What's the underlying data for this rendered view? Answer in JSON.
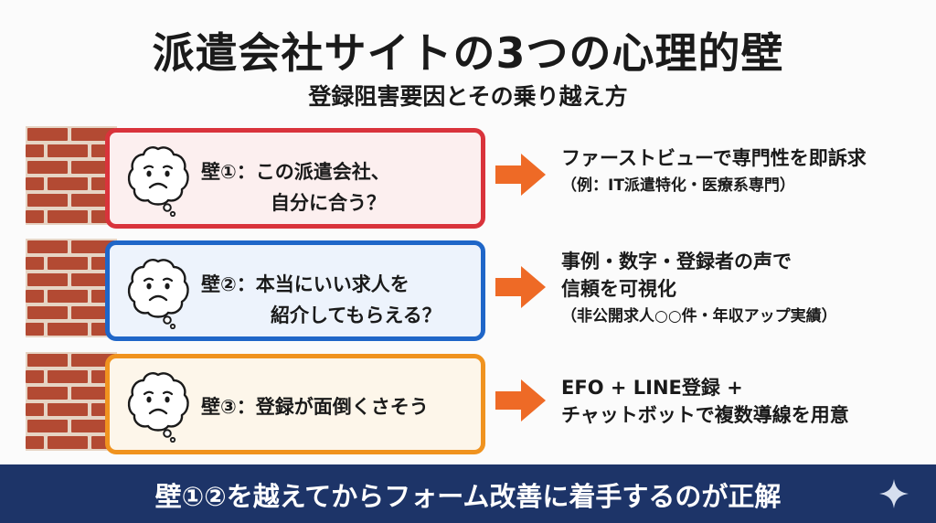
{
  "title": "派遣会社サイトの3つの心理的壁",
  "subtitle": "登録阻害要因とその乗り越え方",
  "walls": [
    {
      "label_line1": "壁①：この派遣会社、",
      "label_line2": "自分に合う？",
      "solution_line1": "ファーストビューで専門性を即訴求",
      "solution_line2": "（例：IT派遣特化・医療系専門）",
      "border_color": "#d9333b"
    },
    {
      "label_line1": "壁②：本当にいい求人を",
      "label_line2": "紹介してもらえる？",
      "solution_line1": "事例・数字・登録者の声で",
      "solution_line2": "信頼を可視化",
      "solution_line3": "（非公開求人○○件・年収アップ実績）",
      "border_color": "#1f66c8"
    },
    {
      "label_line1": "壁③：登録が面倒くさそう",
      "solution_line1": "EFO + LINE登録 +",
      "solution_line2": "チャットボットで複数導線を用意",
      "border_color": "#f0931f"
    }
  ],
  "footer": {
    "text": "壁①②を越えてからフォーム改善に着手するのが正解",
    "background": "#1d3468"
  },
  "colors": {
    "arrow": "#ee6a26",
    "brick": "#b34a33",
    "mortar": "#e8d6c8"
  },
  "icons": [
    "brick-wall-icon",
    "worried-face-icon",
    "right-arrow-icon",
    "sparkle-icon"
  ]
}
